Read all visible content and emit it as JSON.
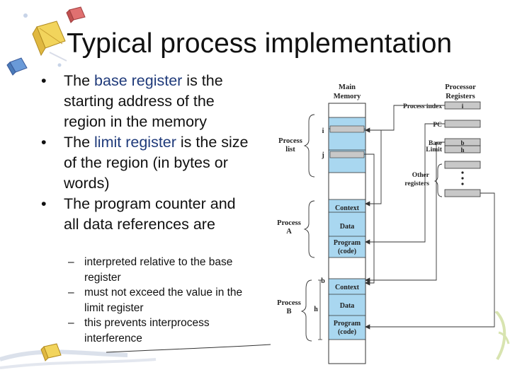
{
  "slide": {
    "title": "Typical process implementation",
    "bullets": [
      {
        "pre": "The ",
        "highlight": "base register",
        "post": " is the starting address of the region in the memory"
      },
      {
        "pre": "The ",
        "highlight": "limit register",
        "post": " is the size of the region (in bytes or words)"
      },
      {
        "pre": "",
        "highlight": "",
        "post": "The program counter and all data references are"
      }
    ],
    "sub_bullets": [
      "interpreted relative to the base register",
      "must not exceed the value in the limit register",
      "this prevents interprocess interference"
    ],
    "bullet_glyph": "•",
    "dash_glyph": "–"
  },
  "diagram": {
    "main_memory_label": [
      "Main",
      "Memory"
    ],
    "processor_registers_label": [
      "Processor",
      "Registers"
    ],
    "process_list_label": [
      "Process",
      "list"
    ],
    "process_a_label": [
      "Process",
      "A"
    ],
    "process_b_label": [
      "Process",
      "B"
    ],
    "process_index_label": "Process index",
    "process_index_value": "i",
    "pc_label": "PC",
    "base_label": "Base",
    "limit_label": "Limit",
    "base_value": "b",
    "limit_value": "h",
    "other_registers_label": [
      "Other",
      "registers"
    ],
    "marker_i": "i",
    "marker_j": "j",
    "marker_b": "b",
    "marker_h": "h",
    "block_context_a": "Context",
    "block_data_a": "Data",
    "block_program_a": [
      "Program",
      "(code)"
    ],
    "block_context_b": "Context",
    "block_data_b": "Data",
    "block_program_b": [
      "Program",
      "(code)"
    ],
    "colors": {
      "memory_fill": "#a9d7f0",
      "stroke": "#333333"
    }
  }
}
